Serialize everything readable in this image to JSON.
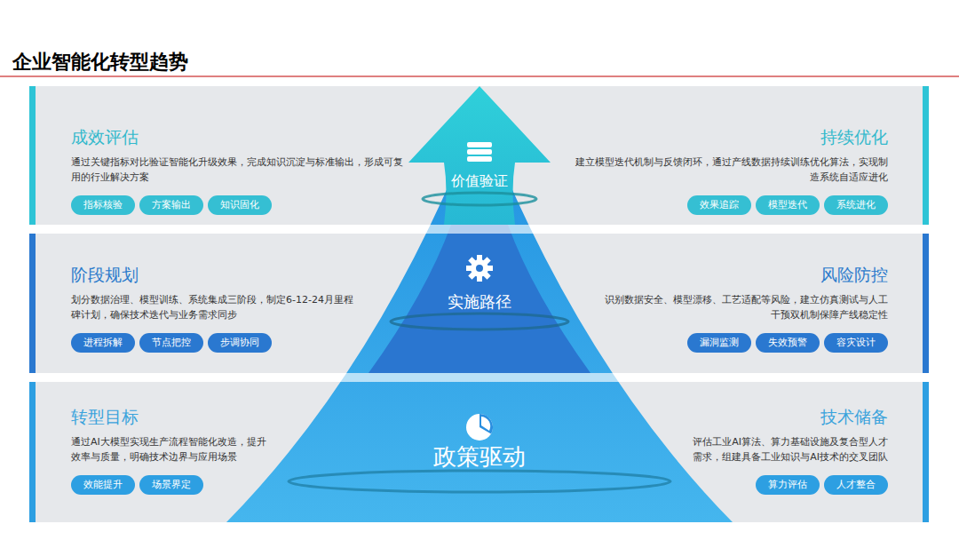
{
  "diagram": {
    "title": "企业智能化转型趋势",
    "nodes": [
      {
        "text": [
          "成效评估",
          "通过关键指标对比验证智能化升级效果，完成知识沉淀与标准输出，形成可复用的行业解决方案"
        ]
      },
      {
        "text": [
          "指标核验"
        ],
        "in": 0
      },
      {
        "text": [
          "方案输出"
        ],
        "in": 0
      },
      {
        "text": [
          "知识固化"
        ],
        "in": 0
      },
      {
        "text": [
          "价值验证"
        ]
      },
      {
        "text": [
          "持续优化",
          "建立模型迭代机制与反馈闭环，通过产线数据持续训练优化算法，实现制造系统自适应进化"
        ]
      },
      {
        "text": [
          "效果追踪"
        ],
        "in": 5
      },
      {
        "text": [
          "模型迭代"
        ],
        "in": 5
      },
      {
        "text": [
          "系统进化"
        ],
        "in": 5
      },
      {
        "text": [
          "阶段规划",
          "划分数据治理、模型训练、系统集成三阶段，制定6-12-24月里程碑计划，确保技术迭代与业务需求同步"
        ]
      },
      {
        "text": [
          "进程拆解"
        ],
        "in": 9
      },
      {
        "text": [
          "节点把控"
        ],
        "in": 9
      },
      {
        "text": [
          "步调协同"
        ],
        "in": 9
      },
      {
        "text": [
          "实施路径"
        ]
      },
      {
        "text": [
          "风险防控",
          "识别数据安全、模型漂移、工艺适配等风险，建立仿真测试与人工干预双机制保障产线稳定性"
        ]
      },
      {
        "text": [
          "漏洞监测"
        ],
        "in": 14
      },
      {
        "text": [
          "失效预警"
        ],
        "in": 14
      },
      {
        "text": [
          "容灾设计"
        ],
        "in": 14
      },
      {
        "text": [
          "转型目标",
          "通过AI大模型实现生产流程智能化改造，提升效率与质量，明确技术边界与应用场景"
        ]
      },
      {
        "text": [
          "效能提升"
        ],
        "in": 18
      },
      {
        "text": [
          "场景界定"
        ],
        "in": 18
      },
      {
        "text": [
          "政策驱动"
        ]
      },
      {
        "text": [
          "技术储备",
          "评估工业AI算法、算力基础设施及复合型人才需求，组建具备工业知识与AI技术的交叉团队"
        ]
      },
      {
        "text": [
          "算力评估"
        ],
        "in": 22
      },
      {
        "text": [
          "人才整合"
        ],
        "in": 22
      }
    ]
  }
}
